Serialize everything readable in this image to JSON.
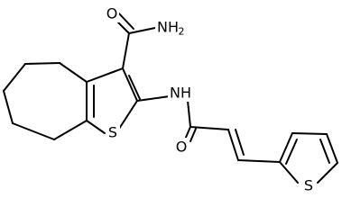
{
  "molecule": {
    "atom_labels": {
      "amide_oxygen": "O",
      "amide_nitrogen": "NH",
      "amide_nitrogen_subscript": "2",
      "ring_sulfur": "S",
      "linker_nitrogen": "NH",
      "carbonyl_oxygen": "O",
      "thiophene_sulfur": "S"
    }
  }
}
